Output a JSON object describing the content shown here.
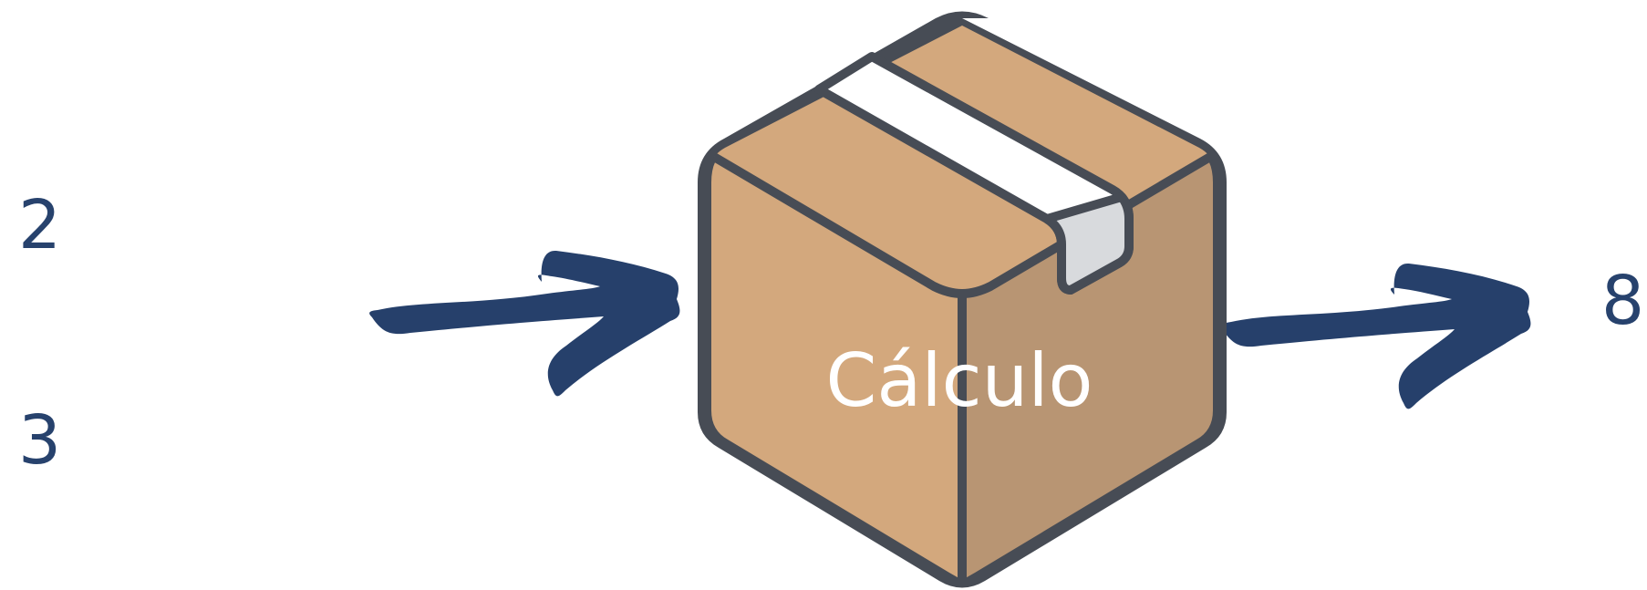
{
  "inputs": [
    "2",
    "3"
  ],
  "process": {
    "label": "Cálculo",
    "icon": "box-icon"
  },
  "output": "8",
  "colors": {
    "numbers": "#27426d",
    "arrows": "#26406b",
    "box_front": "#d3a87d",
    "box_side": "#b89573",
    "box_outline": "#474c55",
    "tape": "#ffffff",
    "tape_shadow": "#d8dadd",
    "label": "#ffffff"
  }
}
